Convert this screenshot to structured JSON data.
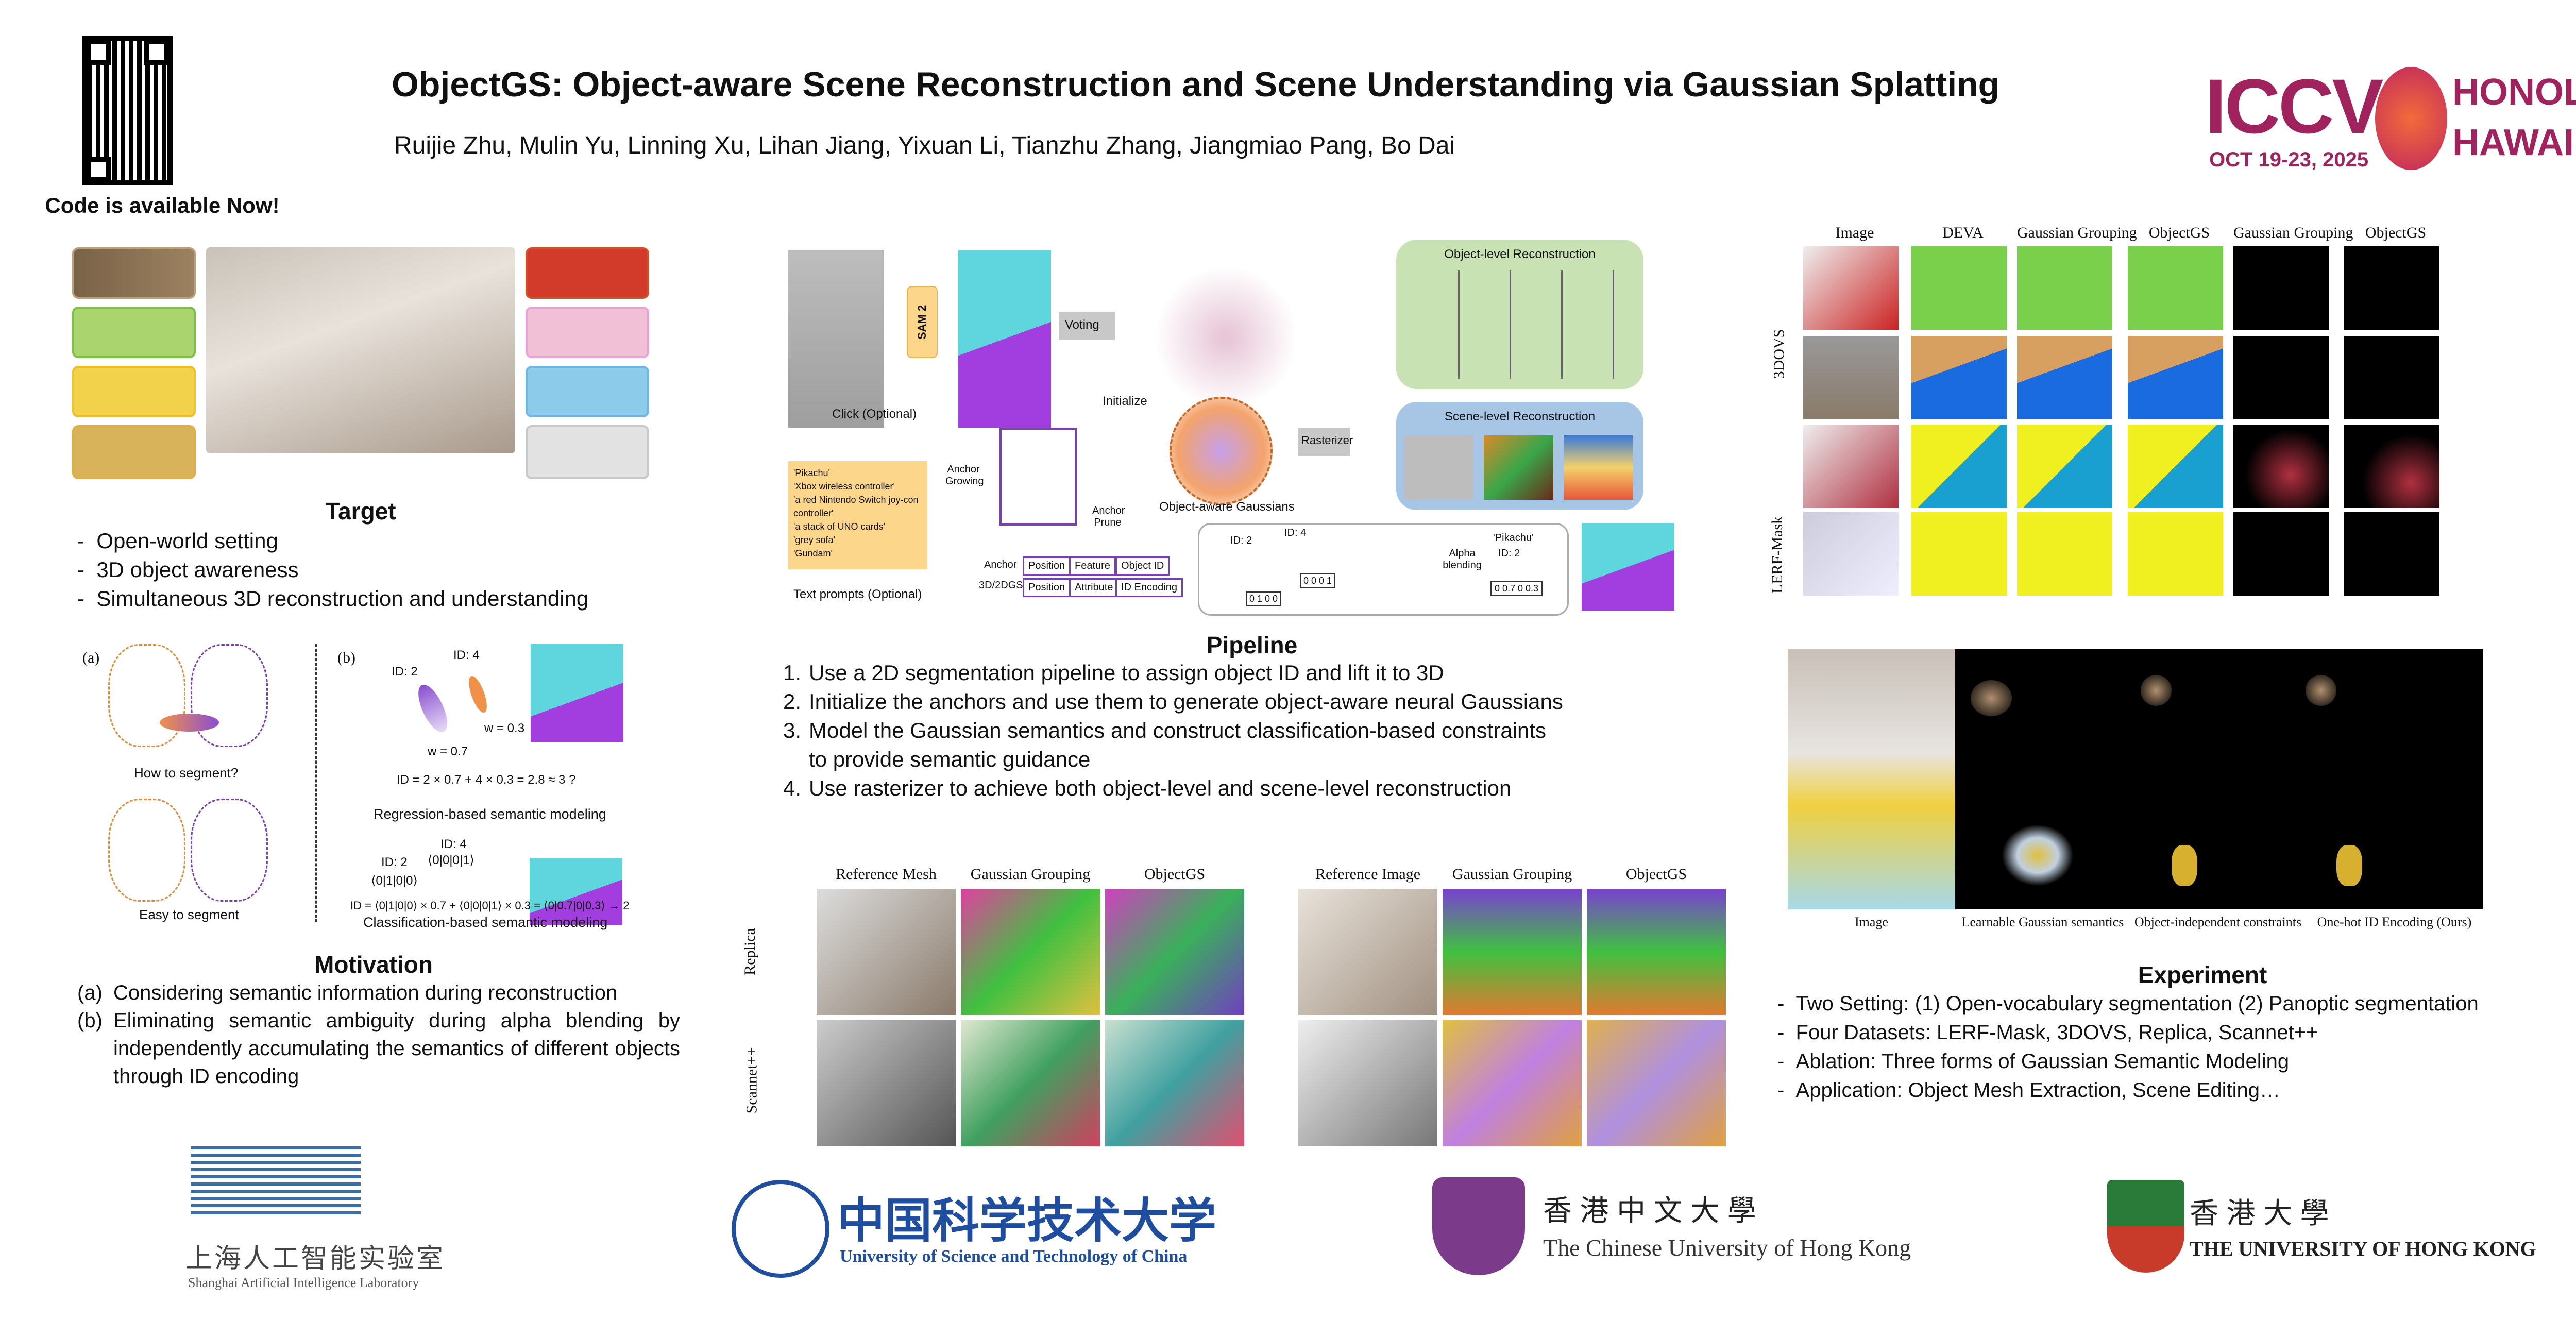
{
  "header": {
    "title": "ObjectGS: Object-aware Scene Reconstruction and Scene Understanding via Gaussian Splatting",
    "authors": "Ruijie Zhu, Mulin Yu, Linning Xu, Lihan Jiang, Yixuan Li, Tianzhu Zhang,  Jiangmiao Pang, Bo Dai",
    "code_note": "Code is available Now!",
    "conference": {
      "name": "ICCV",
      "dates": "OCT 19-23, 2025",
      "city1": "HONOLULU",
      "city2": "HAWAII"
    }
  },
  "target": {
    "heading": "Target",
    "bullets": [
      "Open-world setting",
      "3D object awareness",
      "Simultaneous 3D reconstruction and understanding"
    ]
  },
  "motivation_figure": {
    "a_label": "(a)",
    "b_label": "(b)",
    "how": "How to segment?",
    "easy": "Easy to segment",
    "id2": "ID: 2",
    "id4": "ID: 4",
    "w07": "w = 0.7",
    "w03": "w = 0.3",
    "enc2": "⟨0|1|0|0⟩",
    "enc4": "⟨0|0|0|1⟩",
    "reg_eq": "ID = 2 × 0.7 + 4 × 0.3 = 2.8 ≈ 3 ?",
    "reg_cap": "Regression-based semantic modeling",
    "cls_eq": "ID = ⟨0|1|0|0⟩ × 0.7 + ⟨0|0|0|1⟩ × 0.3 = ⟨0|0.7|0|0.3⟩ → 2",
    "cls_cap": "Classification-based semantic modeling"
  },
  "motivation": {
    "heading": "Motivation",
    "items": [
      {
        "marker": "(a)",
        "text": "Considering semantic information during reconstruction"
      },
      {
        "marker": "(b)",
        "text": "Eliminating semantic ambiguity during alpha blending by independently accumulating the semantics of different objects through ID encoding"
      }
    ]
  },
  "pipeline_figure": {
    "sam": "SAM 2",
    "voting": "Voting",
    "initialize": "Initialize",
    "rasterizer": "Rasterizer",
    "click": "Click (Optional)",
    "text_prompts": "Text prompts (Optional)",
    "prompts": [
      "'Pikachu'",
      "'Xbox wireless controller'",
      "'a red Nintendo Switch joy-con controller'",
      "'a stack of UNO cards'",
      "'grey sofa'",
      "'Gundam'"
    ],
    "anchor_growing": "Anchor Growing",
    "anchor_prune": "Anchor Prune",
    "object_aware": "Object-aware Gaussians",
    "object_level": "Object-level Reconstruction",
    "scene_level": "Scene-level Reconstruction",
    "anchor": "Anchor",
    "gs": "3D/2DGS",
    "anchor_fields": [
      "Position",
      "Feature",
      "Object ID"
    ],
    "gs_fields": [
      "Position",
      "Attribute",
      "ID Encoding"
    ],
    "id2": "ID: 2",
    "id4": "ID: 4",
    "enc2": "0 1 0 0",
    "enc4": "0 0 0 1",
    "alpha": "Alpha blending",
    "result_name": "'Pikachu'",
    "result_id": "ID: 2",
    "result_vec": "0 0.7 0 0.3"
  },
  "pipeline": {
    "heading": "Pipeline",
    "steps": [
      "Use a 2D segmentation pipeline to assign object ID and lift it to 3D",
      "Initialize the anchors and use them to generate object-aware neural Gaussians",
      "Model the Gaussian semantics and construct classification-based constraints to provide semantic guidance",
      "Use rasterizer to achieve both object-level and scene-level reconstruction"
    ]
  },
  "mesh_figure": {
    "columns": [
      "Reference Mesh",
      "Gaussian Grouping",
      "ObjectGS",
      "Reference Image",
      "Gaussian Grouping",
      "ObjectGS"
    ],
    "rows": [
      "Replica",
      "Scannet++"
    ]
  },
  "seg_figure": {
    "columns": [
      "Image",
      "DEVA",
      "Gaussian Grouping",
      "ObjectGS",
      "Gaussian Grouping",
      "ObjectGS"
    ],
    "rows": [
      "3DOVS",
      "LERF-Mask"
    ]
  },
  "ablation_figure": {
    "columns": [
      "Image",
      "Learnable Gaussian semantics",
      "Object-independent constraints",
      "One-hot ID Encoding (Ours)"
    ]
  },
  "experiment": {
    "heading": "Experiment",
    "bullets": [
      "Two Setting: (1) Open-vocabulary segmentation (2) Panoptic segmentation",
      "Four Datasets: LERF-Mask, 3DOVS, Replica, Scannet++",
      "Ablation: Three forms of Gaussian Semantic Modeling",
      "Application: Object Mesh Extraction, Scene Editing…"
    ]
  },
  "logos": {
    "shlab_cn": "上海人工智能实验室",
    "shlab_en": "Shanghai Artificial Intelligence Laboratory",
    "ustc_cn": "中国科学技术大学",
    "ustc_en": "University of Science and Technology of China",
    "cuhk_cn": "香 港 中 文 大 學",
    "cuhk_en": "The Chinese University of Hong Kong",
    "hku_cn": "香 港 大 學",
    "hku_en": "THE UNIVERSITY OF HONG KONG"
  },
  "colors": {
    "iccv": "#a0235e",
    "purple": "#7b3fb0",
    "orange": "#e07a30",
    "green_panel": "#c8e2b4",
    "blue_panel": "#a7c6e6",
    "prompt_note": "#fcd68a"
  }
}
